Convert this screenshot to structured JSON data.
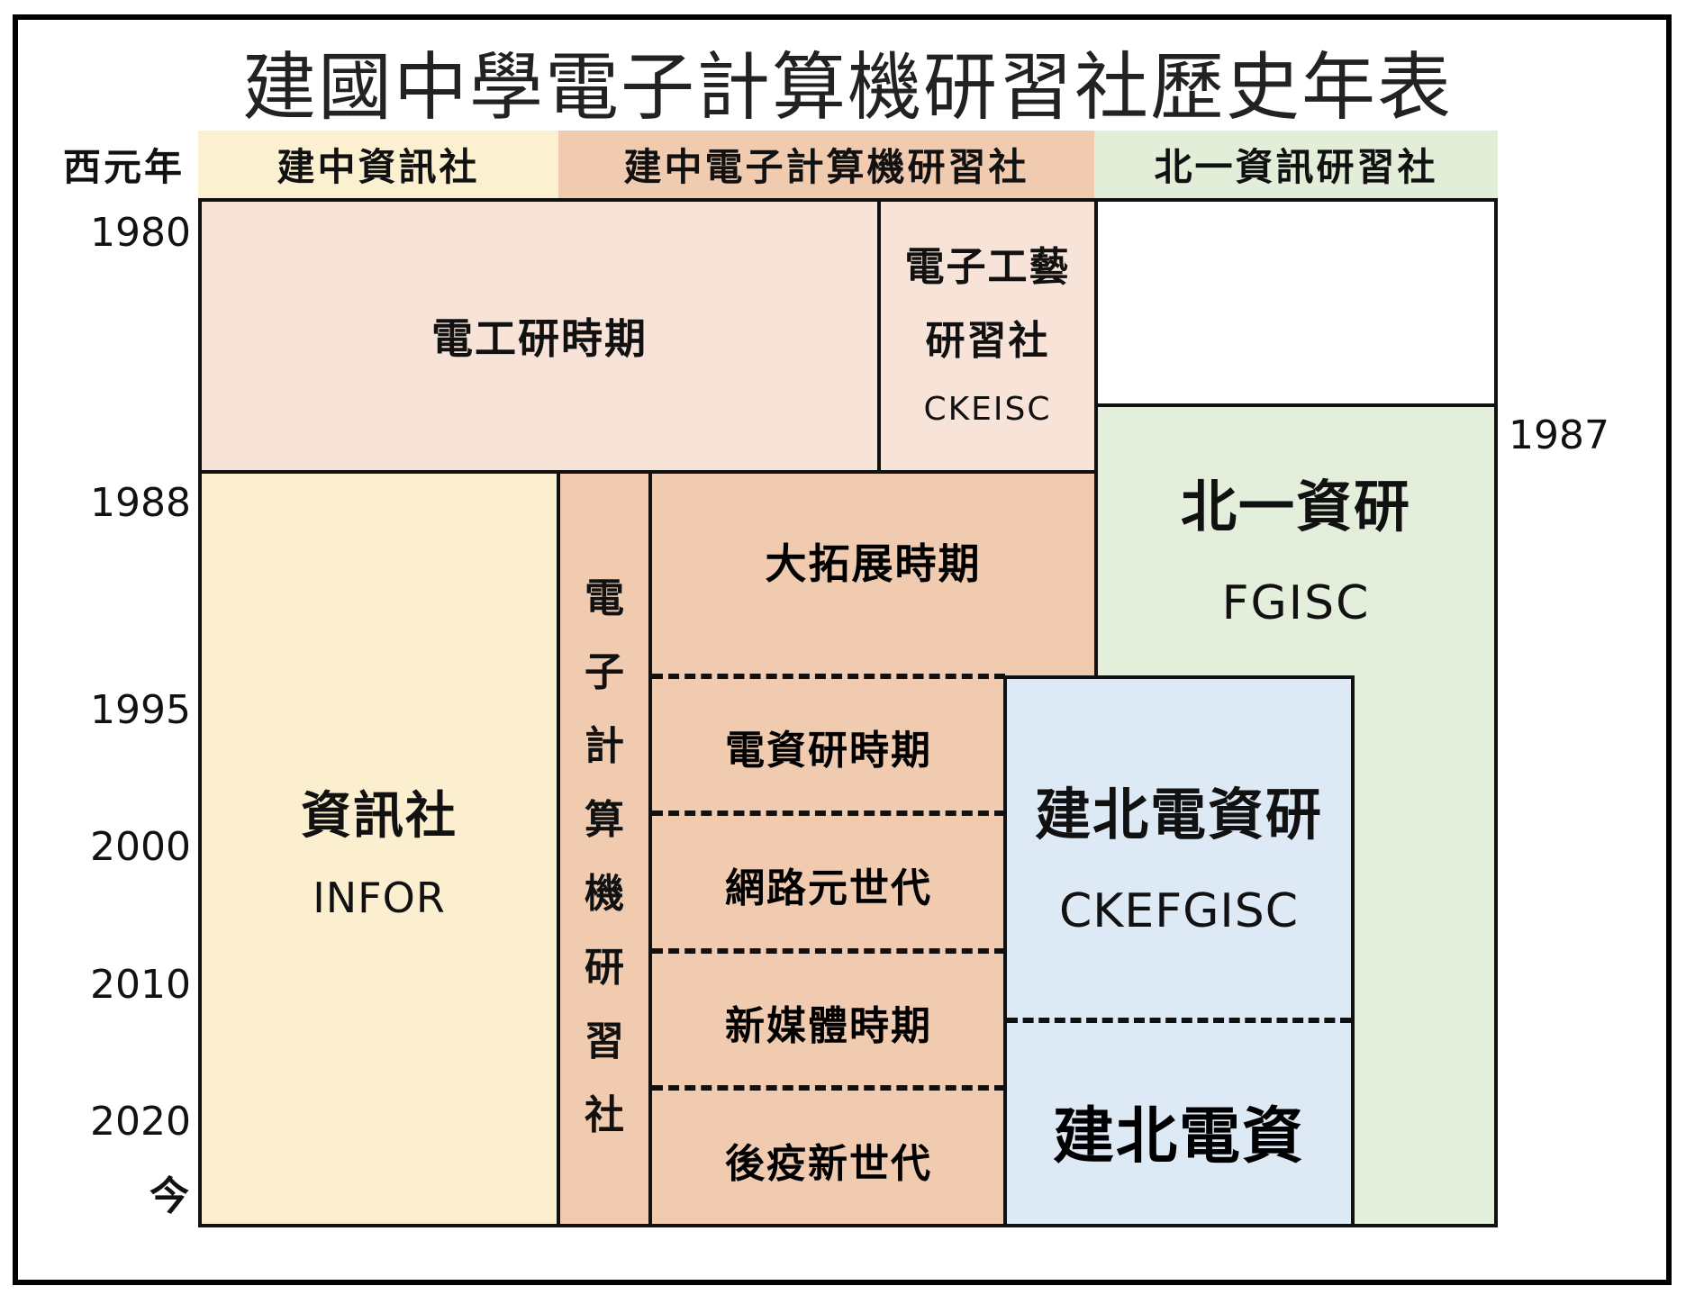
{
  "title": "建國中學電子計算機研習社歷史年表",
  "headers": {
    "year_col": "西元年",
    "col1": "建中資訊社",
    "col2": "建中電子計算機研習社",
    "col3": "北一資訊研習社"
  },
  "colors": {
    "col1_header": "#fbf0cf",
    "col2_header": "#f1cbb0",
    "col3_header": "#e3eed9",
    "early_period": "#f8e3d8",
    "infor": "#fbefcf",
    "ckcsc": "#f0cbb0",
    "fgisc": "#e3eedb",
    "ckefgisc": "#dde9f5"
  },
  "years": {
    "y1980": "1980",
    "y1987": "1987",
    "y1988": "1988",
    "y1995": "1995",
    "y2000": "2000",
    "y2010": "2010",
    "y2020": "2020",
    "now": "今"
  },
  "blocks": {
    "early_period": "電工研時期",
    "ckeisc_name_line1": "電子工藝",
    "ckeisc_name_line2": "研習社",
    "ckeisc_abbr": "CKEISC",
    "infor_name": "資訊社",
    "infor_abbr": "INFOR",
    "ckcsc_vertical": [
      "電",
      "子",
      "計",
      "算",
      "機",
      "研",
      "習",
      "社"
    ],
    "era_expansion": "大拓展時期",
    "era_dianzi": "電資研時期",
    "era_internet": "網路元世代",
    "era_newmedia": "新媒體時期",
    "era_postpandemic": "後疫新世代",
    "fgisc_name": "北一資研",
    "fgisc_abbr": "FGISC",
    "ckefgisc_name": "建北電資研",
    "ckefgisc_abbr": "CKEFGISC",
    "ckefgisc_current": "建北電資"
  }
}
